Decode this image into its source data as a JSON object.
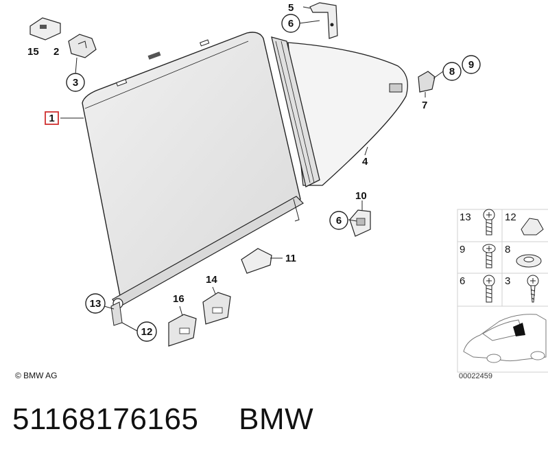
{
  "diagram": {
    "callouts": [
      "1",
      "2",
      "3",
      "4",
      "5",
      "6",
      "6",
      "7",
      "8",
      "9",
      "10",
      "11",
      "12",
      "13",
      "14",
      "15",
      "16"
    ],
    "legend": {
      "items": [
        "13",
        "12",
        "9",
        "8",
        "6",
        "3"
      ]
    }
  },
  "copyright": "© BMW AG",
  "reference_number": "00022459",
  "footer": {
    "part_number": "51168176165",
    "brand": "BMW"
  },
  "colors": {
    "line": "#222222",
    "highlight": "#d0302f",
    "shade": "#e6e6e6",
    "frame": "#cfcfcf"
  }
}
